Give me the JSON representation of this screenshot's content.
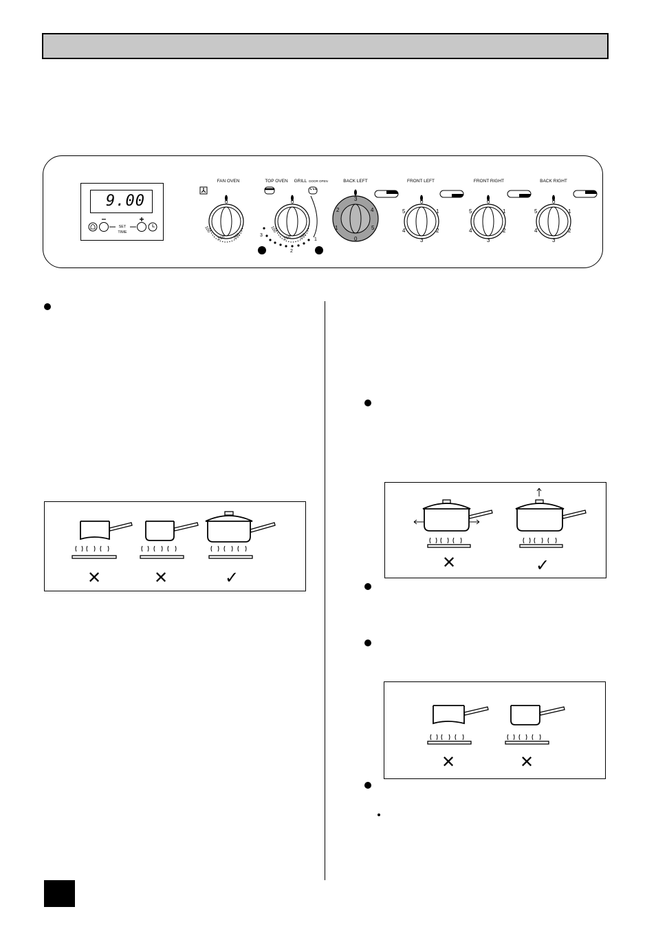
{
  "header": {
    "title": ""
  },
  "control_panel": {
    "timer": {
      "display": "9.00",
      "minus": "–",
      "plus": "+",
      "set_time": "SET",
      "set_time_2": "TIME"
    },
    "knobs": {
      "fan_oven": "FAN OVEN",
      "top_oven": "TOP OVEN",
      "grill": "GRILL",
      "door_open": "DOOR OPEN",
      "back_left": "BACK LEFT",
      "front_left": "FRONT LEFT",
      "front_right": "FRONT RIGHT",
      "back_right": "BACK RIGHT"
    },
    "grill_scale": {
      "n1": "1",
      "n2": "2",
      "n3": "3"
    },
    "hob_scale": {
      "zero": "0",
      "one": "1",
      "two": "2",
      "three": "3",
      "four": "4",
      "five": "5"
    },
    "oven_scale": {
      "t100": "100",
      "t150": "150",
      "t200": "200"
    }
  },
  "figures": {
    "fig1_marks": [
      "✕",
      "✕",
      "✓"
    ],
    "fig2_marks": [
      "✕",
      "✓"
    ],
    "fig3_marks": [
      "✕",
      "✕"
    ]
  },
  "footer": {
    "page_number": ""
  }
}
